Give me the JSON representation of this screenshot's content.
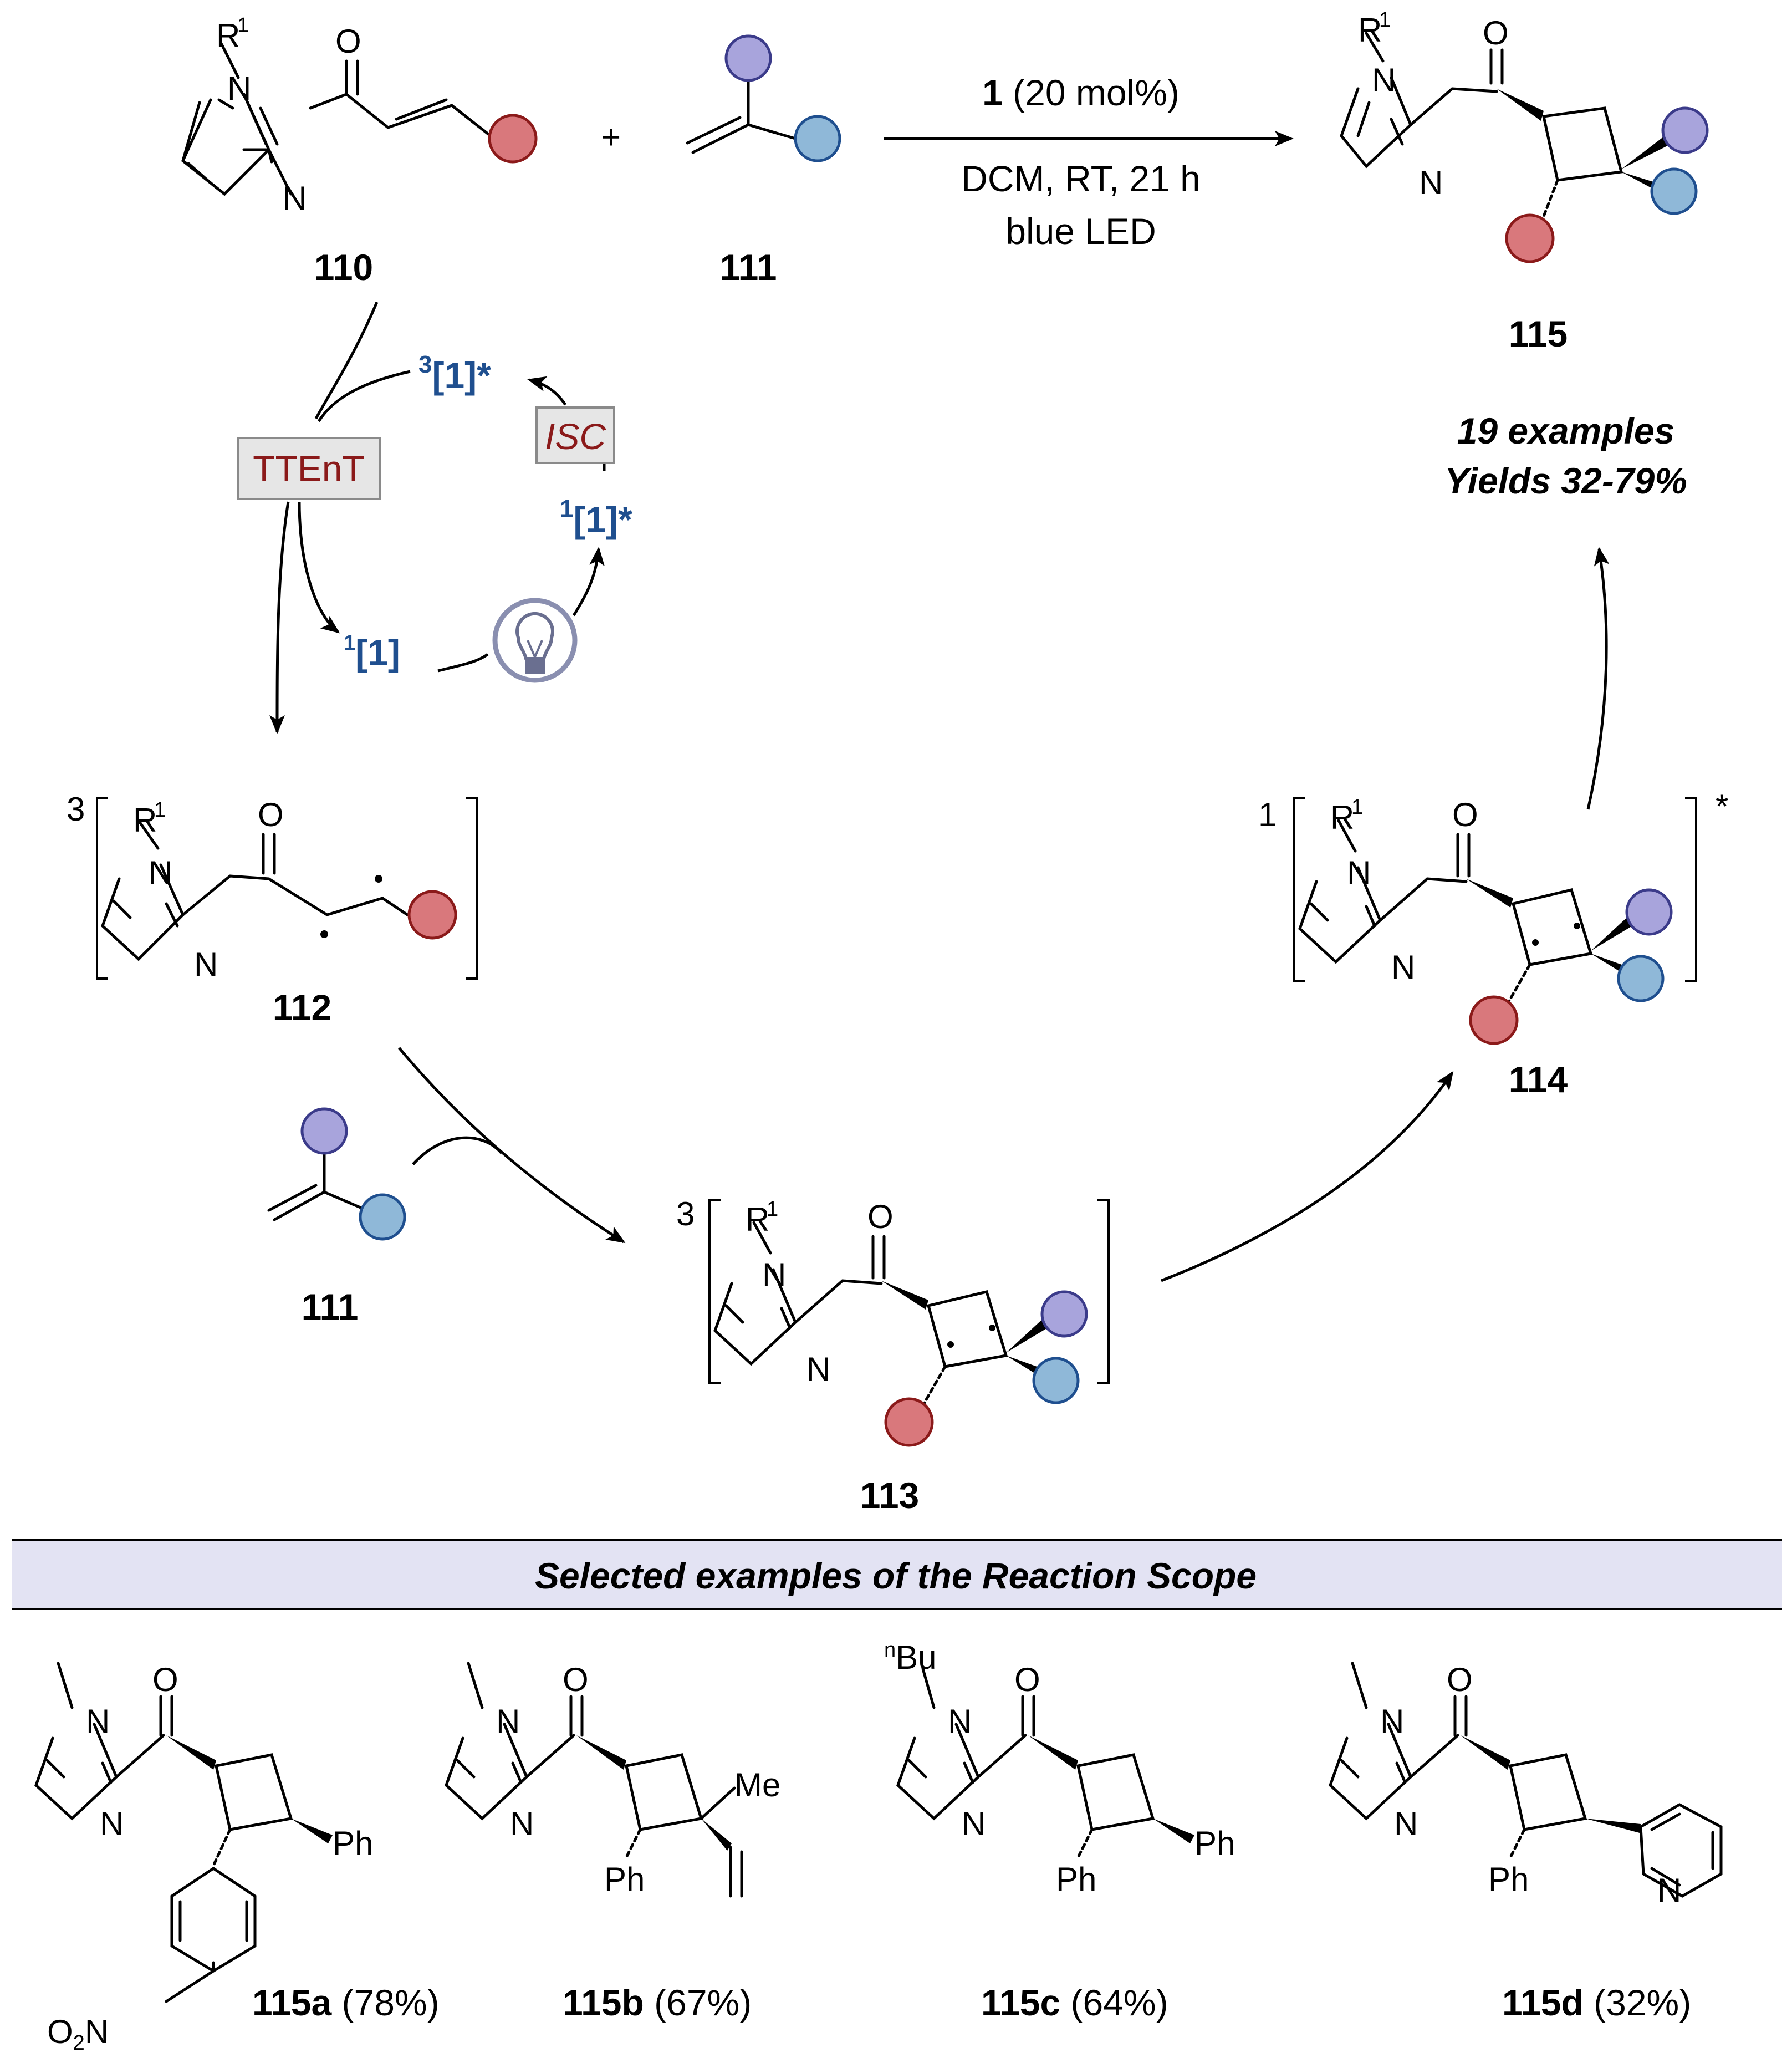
{
  "compounds": {
    "c110": "110",
    "c111": "111",
    "c111b": "111",
    "c112": "112",
    "c113": "113",
    "c114": "114",
    "c115": "115"
  },
  "atoms": {
    "R": "R",
    "one": "1",
    "N": "N",
    "O": "O",
    "Ph": "Ph",
    "Me": "Me",
    "nBu_sup": "n",
    "Bu": "Bu",
    "O2N_O": "O",
    "O2N_2": "2",
    "O2N_N": "N"
  },
  "conditions": {
    "catalyst_num": "1",
    "catalyst_load": " (20 mol%)",
    "line2": "DCM, RT,  21 h",
    "line3": "blue LED"
  },
  "summary": {
    "examples": "19 examples",
    "yields": "Yields 32-79%"
  },
  "cycle": {
    "tten_t": "TTEnT",
    "isc": "ISC",
    "triplet_sup": "3",
    "triplet_core": "[1]*",
    "singlet_ex_sup": "1",
    "singlet_ex_core": "[1]*",
    "ground_sup": "1",
    "ground_core": "[1]"
  },
  "multiplicity": {
    "m112": "3",
    "m113": "3",
    "m114": "1",
    "m114_star": "*"
  },
  "scope": {
    "header": "Selected examples of the Reaction Scope",
    "examples": [
      {
        "label": "115a",
        "yield": " (78%)"
      },
      {
        "label": "115b",
        "yield": " (67%)"
      },
      {
        "label": "115c",
        "yield": " (64%)"
      },
      {
        "label": "115d",
        "yield": " (32%)"
      }
    ]
  },
  "colors": {
    "red_sphere": "#d9787c",
    "blue_sphere": "#8fb8d8",
    "purple_sphere": "#a8a4dc",
    "label_blue": "#1f4f8f",
    "label_red": "#8b1a1a",
    "scope_bar": "#e3e3f3"
  },
  "icons": [
    "lightbulb-icon"
  ]
}
